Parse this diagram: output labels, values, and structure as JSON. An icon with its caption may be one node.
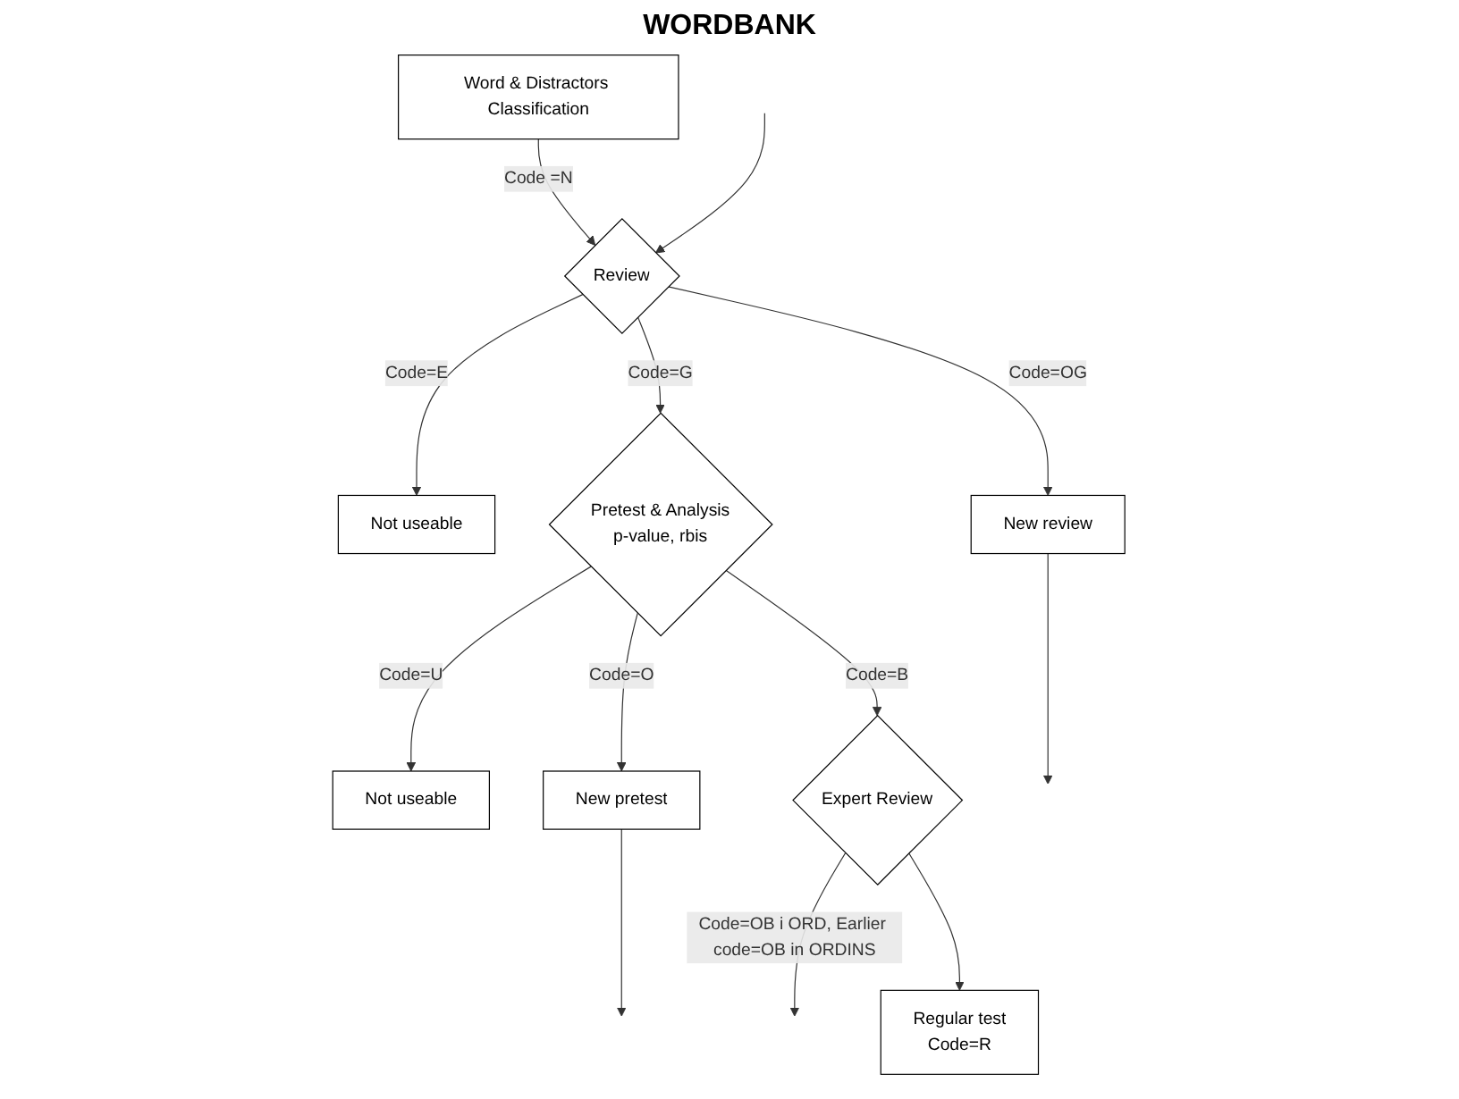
{
  "diagram": {
    "title": "WORDBANK",
    "nodes": [
      {
        "text": [
          "Word & Distractors Classification"
        ]
      },
      {
        "text": [
          "Not useable"
        ]
      },
      {
        "text": [
          "Review"
        ]
      },
      {
        "text": [
          "New review"
        ]
      },
      {
        "text": [
          "Not useable"
        ]
      },
      {
        "text": [
          "Pretest & Analysis",
          "p-value, rbis"
        ]
      },
      {
        "text": [
          "New pretest"
        ]
      },
      {
        "text": [
          "Expert Review"
        ]
      },
      {
        "text": [
          "Regular test",
          "Code=R"
        ]
      }
    ],
    "edges": [
      {
        "from": 0,
        "to": 2,
        "arrow": "to",
        "label": "Code =N"
      },
      {
        "from": 2,
        "to": 1,
        "arrow": "to",
        "label": "Code=E"
      },
      {
        "from": 2,
        "to": 3,
        "arrow": "to",
        "label": "Code=OG"
      },
      {
        "from": 3,
        "to": null,
        "arrow": "to"
      },
      {
        "from": 2,
        "to": 5,
        "arrow": "to",
        "label": "Code=G"
      },
      {
        "from": 5,
        "to": 4,
        "arrow": "to",
        "label": "Code=U"
      },
      {
        "from": 5,
        "to": 6,
        "arrow": "to",
        "label": "Code=O"
      },
      {
        "from": 6,
        "to": null,
        "arrow": "to"
      },
      {
        "from": 5,
        "to": 7,
        "arrow": "to",
        "label": "Code=B"
      },
      {
        "from": 7,
        "to": null,
        "arrow": "to",
        "label": "Code=OB i ORD, Earlier code=OB in ORDINS"
      },
      {
        "from": 7,
        "to": 8,
        "arrow": "to"
      },
      {
        "from": null,
        "to": 2,
        "arrow": "to"
      }
    ]
  }
}
